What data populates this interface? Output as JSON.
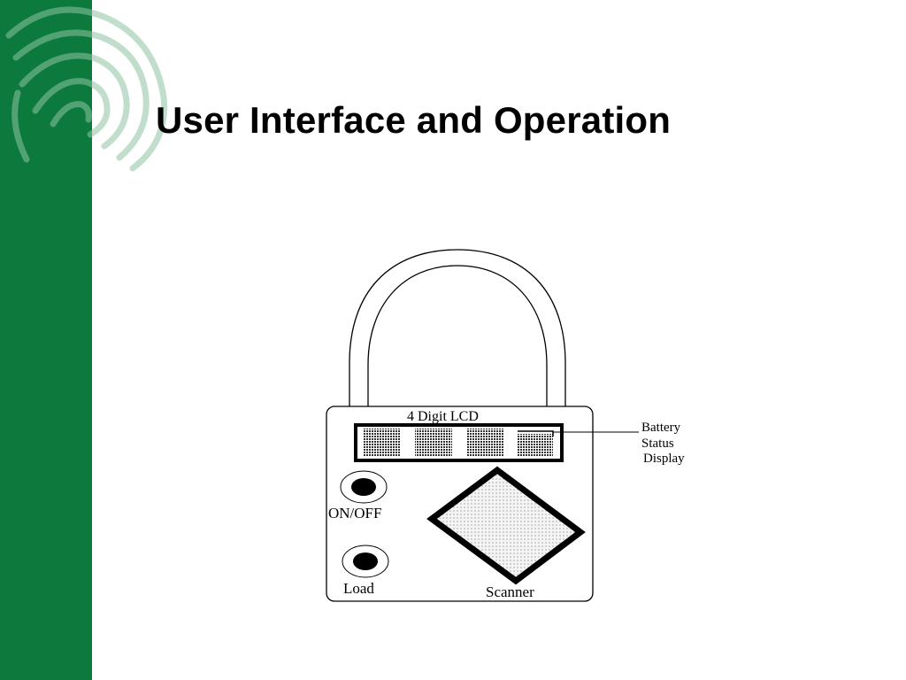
{
  "slide": {
    "title": "User Interface and Operation",
    "accent_color": "#0b7a3c",
    "background": "#ffffff"
  },
  "diagram": {
    "lcd_label": "4 Digit LCD",
    "battery_label_lines": [
      "Battery",
      "Status",
      "Display"
    ],
    "on_off_label": "ON/OFF",
    "load_label": "Load",
    "scanner_label": "Scanner"
  },
  "icons": [
    "fingerprint-watermark-icon",
    "padlock-device-icon"
  ]
}
